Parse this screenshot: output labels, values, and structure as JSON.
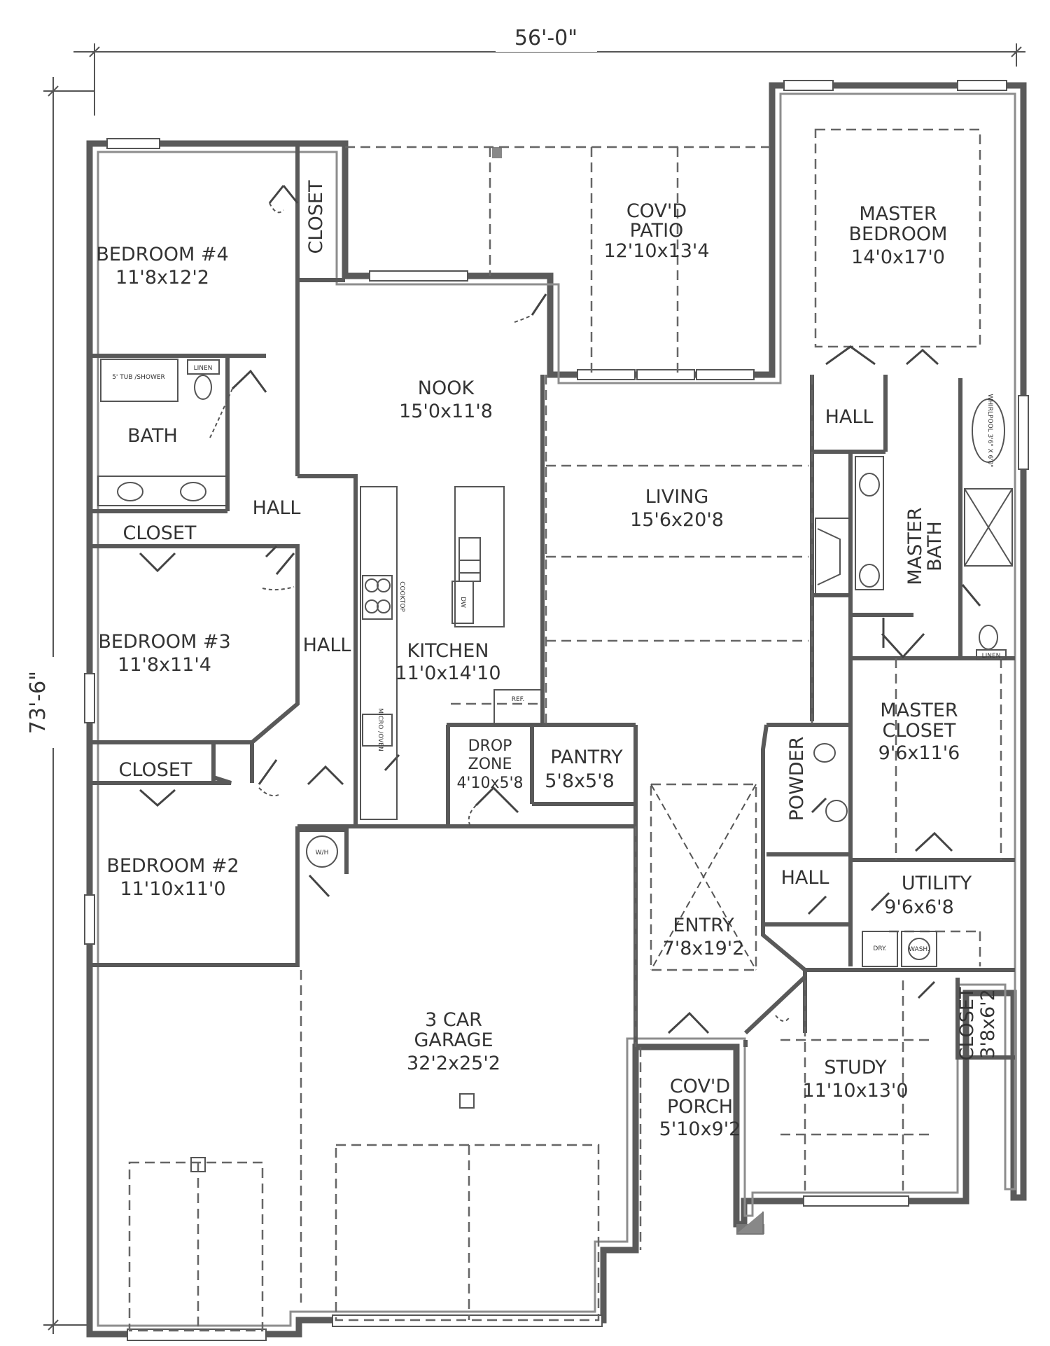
{
  "dimensions": {
    "width": "56'-0\"",
    "depth": "73'-6\""
  },
  "rooms": {
    "bedroom4": {
      "name": "BEDROOM #4",
      "size": "11'8x12'2"
    },
    "closet_b4": {
      "name": "CLOSET"
    },
    "patio": {
      "name1": "COV'D",
      "name2": "PATIO",
      "size": "12'10x13'4"
    },
    "master_bedroom": {
      "name1": "MASTER",
      "name2": "BEDROOM",
      "size": "14'0x17'0"
    },
    "bath": {
      "name": "BATH"
    },
    "nook": {
      "name": "NOOK",
      "size": "15'0x11'8"
    },
    "hall_master": {
      "name": "HALL"
    },
    "hall_upper": {
      "name": "HALL"
    },
    "living": {
      "name": "LIVING",
      "size": "15'6x20'8"
    },
    "master_bath": {
      "name1": "MASTER",
      "name2": "BATH"
    },
    "closet_b3": {
      "name": "CLOSET"
    },
    "bedroom3": {
      "name": "BEDROOM #3",
      "size": "11'8x11'4"
    },
    "hall_mid": {
      "name": "HALL"
    },
    "kitchen": {
      "name": "KITCHEN",
      "size": "11'0x14'10"
    },
    "master_closet": {
      "name1": "MASTER",
      "name2": "CLOSET",
      "size": "9'6x11'6"
    },
    "drop_zone": {
      "name1": "DROP",
      "name2": "ZONE",
      "size": "4'10x5'8"
    },
    "pantry": {
      "name": "PANTRY",
      "size": "5'8x5'8"
    },
    "powder": {
      "name": "POWDER"
    },
    "closet_b2": {
      "name": "CLOSET"
    },
    "bedroom2": {
      "name": "BEDROOM #2",
      "size": "11'10x11'0"
    },
    "hall_powder": {
      "name": "HALL"
    },
    "utility": {
      "name": "UTILITY",
      "size": "9'6x6'8"
    },
    "entry": {
      "name": "ENTRY",
      "size": "7'8x19'2"
    },
    "garage": {
      "name1": "3 CAR",
      "name2": "GARAGE",
      "size": "32'2x25'2"
    },
    "closet_study": {
      "name": "CLOSET",
      "size": "3'8x6'2"
    },
    "porch": {
      "name1": "COV'D",
      "name2": "PORCH",
      "size": "5'10x9'2"
    },
    "study": {
      "name": "STUDY",
      "size": "11'10x13'0"
    }
  },
  "fixtures": {
    "tub": "5' TUB /SHOWER",
    "linen_bath": "LINEN",
    "linen_master": "LINEN",
    "cooktop": "COOKTOP",
    "micro_oven": "MICRO /OVEN",
    "dw": "DW",
    "ref": "REF.",
    "wh": "W/H",
    "whirlpool": "WHIRLPOOL 3'6\" X 6'0\"",
    "dry": "DRY.",
    "wash": "WASH."
  }
}
